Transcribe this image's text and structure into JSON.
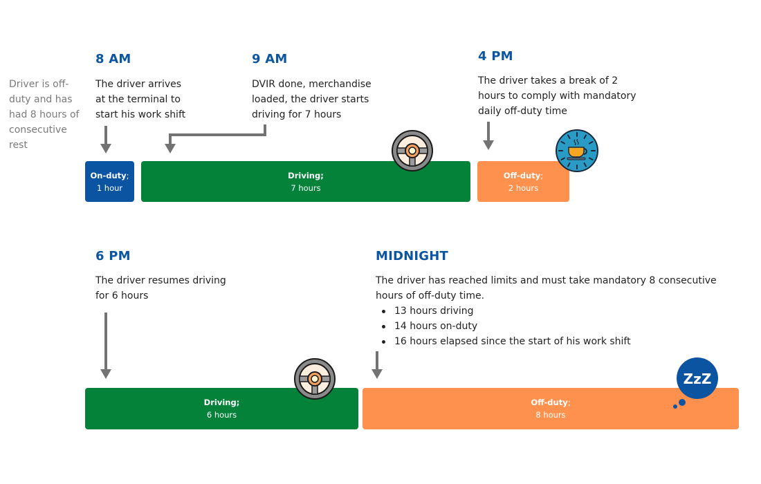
{
  "intro": {
    "text_lines": [
      "Driver is off-",
      "duty and has",
      "had 8 hours of",
      "consecutive",
      "rest"
    ]
  },
  "events": [
    {
      "time": "8 AM",
      "description_lines": [
        "The driver arrives",
        "at the terminal to",
        "start his work shift"
      ]
    },
    {
      "time": "9 AM",
      "description_lines": [
        "DVIR done, merchandise",
        "loaded, the driver starts",
        "driving for 7 hours"
      ]
    },
    {
      "time": "4 PM",
      "description_lines": [
        "The driver takes a break of 2",
        "hours to comply with mandatory",
        "daily off-duty time"
      ]
    },
    {
      "time": "6 PM",
      "description_lines": [
        "The driver resumes driving",
        "for 6 hours"
      ]
    },
    {
      "time": "MIDNIGHT",
      "description_lines": [
        "The driver has reached limits and must take mandatory 8 consecutive",
        "hours of off-duty time."
      ],
      "bullets": [
        "13 hours driving",
        "14 hours on-duty",
        "16 hours elapsed since the start of his work shift"
      ]
    }
  ],
  "segments": [
    {
      "status": "On-duty",
      "separator": ";",
      "duration": "1 hour",
      "hours": 1,
      "row": 1
    },
    {
      "status": "Driving",
      "separator": ";",
      "duration": "7 hours",
      "hours": 7,
      "row": 1
    },
    {
      "status": "Off-duty",
      "separator": ";",
      "duration": "2 hours",
      "hours": 2,
      "row": 1
    },
    {
      "status": "Driving",
      "separator": ";",
      "duration": "6 hours",
      "hours": 6,
      "row": 2
    },
    {
      "status": "Off-duty",
      "separator": ";",
      "duration": "8 hours",
      "hours": 8,
      "row": 2
    }
  ],
  "icons": {
    "driving_1": "steering-wheel-icon",
    "driving_2": "steering-wheel-icon",
    "break": "coffee-clock-icon",
    "sleep": "sleep-bubble-icon",
    "sleep_text": "ZzZ"
  },
  "colors": {
    "time_label": "#0b55a1",
    "on_duty": "#0b54a2",
    "driving": "#04823a",
    "off_duty": "#fe914d",
    "arrow": "#737373",
    "intro_text": "#7a7a7a",
    "coffee_clock_bg": "#2a9bc4",
    "coffee_cup": "#f5a623",
    "wheel_hub": "#f4a261"
  }
}
